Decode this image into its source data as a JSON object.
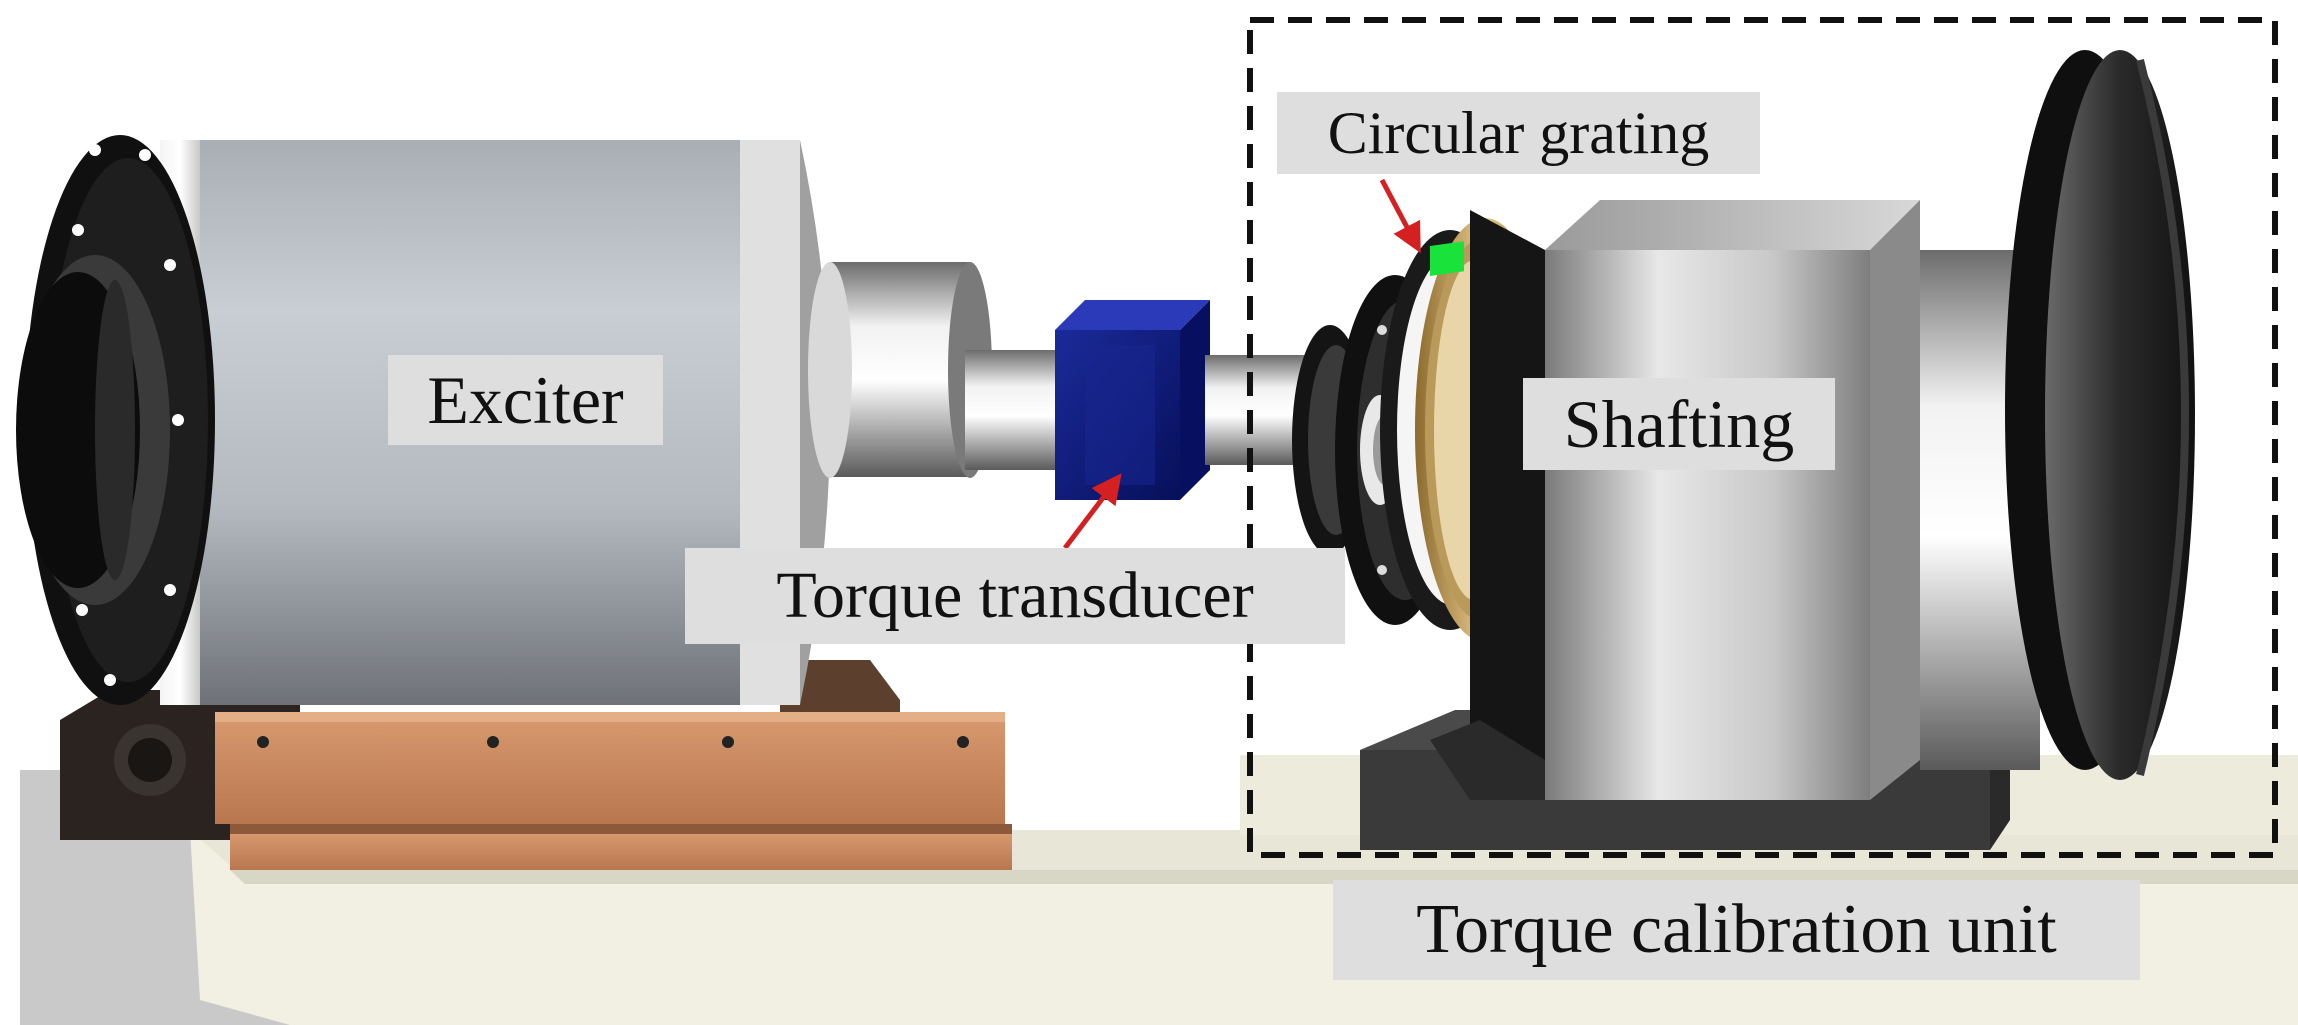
{
  "labels": {
    "exciter": "Exciter",
    "shafting": "Shafting",
    "torque_transducer": "Torque transducer",
    "circular_grating": "Circular grating",
    "calibration_unit": "Torque calibration unit"
  },
  "colors": {
    "background": "#ffffff",
    "label_background": "#dedede",
    "label_text": "#111111",
    "callout_arrow": "#d42020",
    "transducer_blue": "#0b1a7a",
    "grating_green": "#19e23a",
    "copper_base": "#c8875f",
    "bench_cream": "#f2f0e2",
    "dashed_box": "#111111"
  },
  "icons": {
    "exciter": "motor-cylinder",
    "transducer": "blue-block",
    "grating": "green-sensor",
    "flywheel": "disc"
  }
}
